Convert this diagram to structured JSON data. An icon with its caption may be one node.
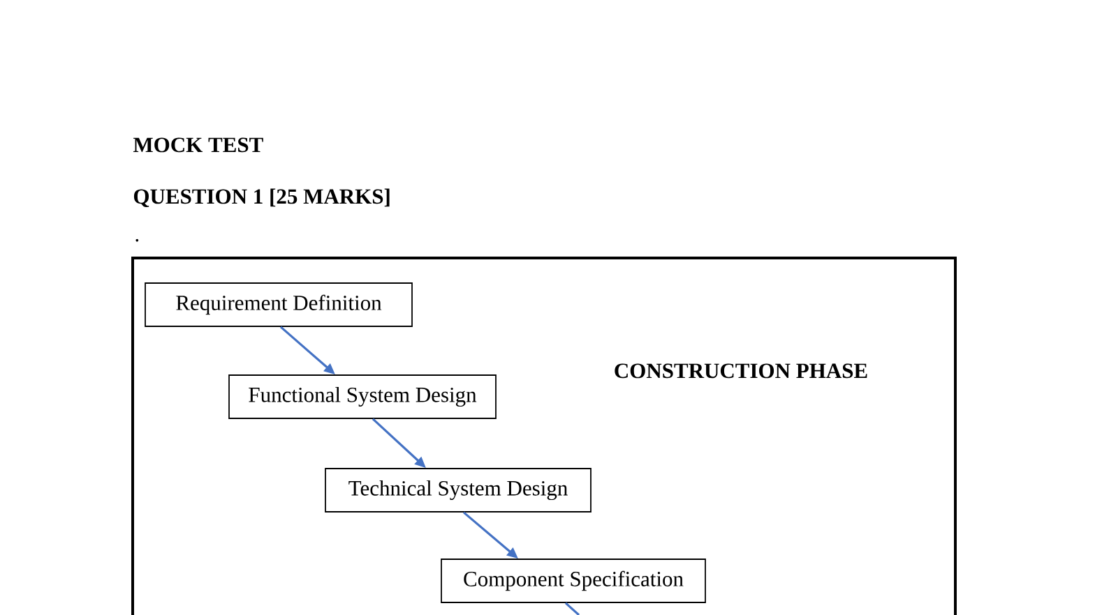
{
  "diagram": {
    "title": "MOCK TEST",
    "nodes": [
      {
        "text": [
          "CONSTRUCTION PHASE"
        ]
      },
      {
        "text": [
          "Requirement Definition"
        ],
        "in": 0
      },
      {
        "text": [
          "Functional System Design"
        ],
        "in": 0
      },
      {
        "text": [
          "Technical System Design"
        ],
        "in": 0
      },
      {
        "text": [
          "Component Specification"
        ],
        "in": 0
      }
    ],
    "edges": [
      {
        "from": 1,
        "to": 2,
        "arrow": "to"
      },
      {
        "from": 2,
        "to": 3,
        "arrow": "to"
      },
      {
        "from": 3,
        "to": 4,
        "arrow": "to"
      },
      {
        "from": 4,
        "to": null,
        "arrow": "none"
      }
    ],
    "labels": [
      "QUESTION 1 [25 MARKS]",
      "."
    ]
  }
}
